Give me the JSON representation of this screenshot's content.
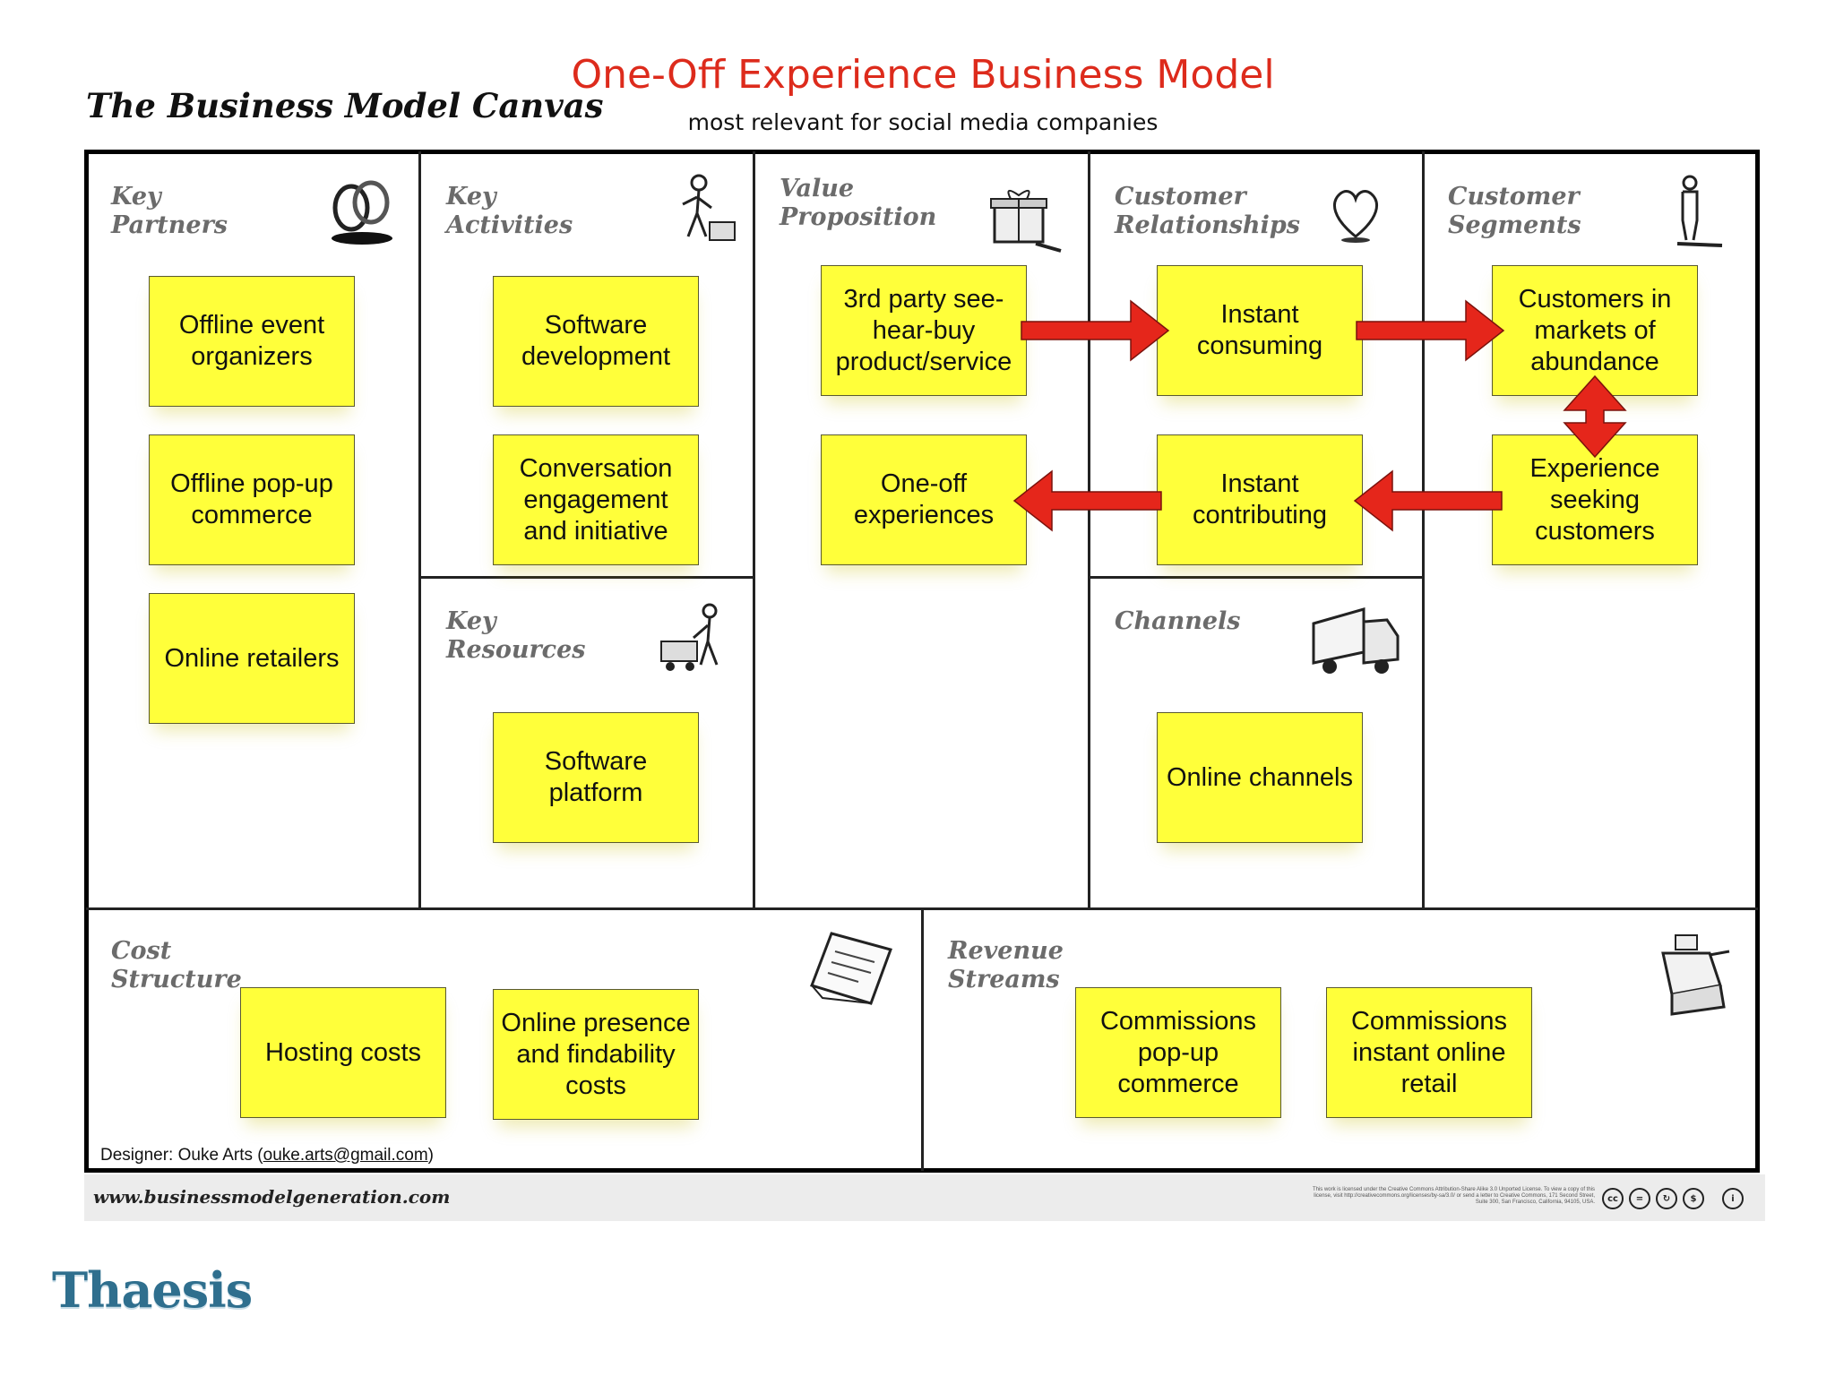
{
  "header": {
    "canvas_title": "The Business Model Canvas",
    "main_title": "One-Off Experience Business Model",
    "subtitle": "most relevant for social media companies"
  },
  "blocks": {
    "key_partners": {
      "line1": "Key",
      "line2": "Partners",
      "notes": [
        "Offline event organizers",
        "Offline pop-up commerce",
        "Online retailers"
      ]
    },
    "key_activities": {
      "line1": "Key",
      "line2": "Activities",
      "notes": [
        "Software development",
        "Conversation engagement and initiative"
      ]
    },
    "key_resources": {
      "line1": "Key",
      "line2": "Resources",
      "notes": [
        "Software platform"
      ]
    },
    "value_proposition": {
      "line1": "Value",
      "line2": "Proposition",
      "notes": [
        "3rd party see-hear-buy product/service",
        "One-off experiences"
      ]
    },
    "customer_relationships": {
      "line1": "Customer",
      "line2": "Relationships",
      "notes": [
        "Instant consuming",
        "Instant contributing"
      ]
    },
    "channels": {
      "line1": "Channels",
      "notes": [
        "Online channels"
      ]
    },
    "customer_segments": {
      "line1": "Customer",
      "line2": "Segments",
      "notes": [
        "Customers in markets of abundance",
        "Experience seeking customers"
      ]
    },
    "cost_structure": {
      "line1": "Cost",
      "line2": "Structure",
      "notes": [
        "Hosting costs",
        "Online presence and findability costs"
      ]
    },
    "revenue_streams": {
      "line1": "Revenue",
      "line2": "Streams",
      "notes": [
        "Commissions pop-up commerce",
        "Commissions instant online retail"
      ]
    }
  },
  "footer": {
    "designer_prefix": "Designer: Ouke Arts (",
    "designer_email": "ouke.arts@gmail.com",
    "designer_suffix": ")",
    "url": "www.businessmodelgeneration.com",
    "license": "This work is licensed under the Creative Commons Attribution-Share Alike 3.0 Unported License. To view a copy of this license, visit http://creativecommons.org/licenses/by-sa/3.0/ or send a letter to Creative Commons, 171 Second Street, Suite 300, San Francisco, California, 94105, USA.",
    "logo": "Thaesis"
  },
  "license_icons": [
    "cc",
    "=",
    "↻",
    "$",
    "i"
  ],
  "colors": {
    "note": "#ffff3a",
    "arrow": "#e5261b",
    "title": "#dd2b1c",
    "logo": "#2f6f8e"
  },
  "icons": [
    "rings-icon",
    "worker-icon",
    "gift-icon",
    "heart-icon",
    "person-icon",
    "worker-cart-icon",
    "truck-icon",
    "receipt-icon",
    "cash-register-icon"
  ]
}
